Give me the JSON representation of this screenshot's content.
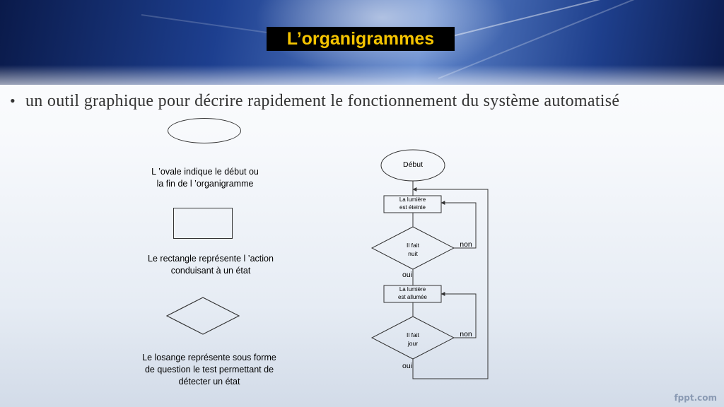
{
  "slide": {
    "title": "L’organigrammes",
    "bullet_marker": "•",
    "bullet_text": "un outil graphique pour décrire rapidement le fonctionnement du système automatisé",
    "legend": {
      "oval": [
        "L ’ovale indique le début ou",
        "la fin de l ’organigramme"
      ],
      "rectangle": [
        "Le rectangle représente l ’action",
        "conduisant à un état"
      ],
      "diamond": [
        "Le losange représente sous forme",
        "de question le test permettant de",
        "détecter un état"
      ]
    },
    "flowchart": {
      "start": "Début",
      "action1": [
        "La lumière",
        "est éteinte"
      ],
      "test1": [
        "Il fait",
        "nuit"
      ],
      "action2": [
        "La lumière",
        "est allumée"
      ],
      "test2": [
        "Il fait",
        "jour"
      ],
      "yes_label": "oui",
      "no_label": "non"
    },
    "footer_logo": "fppt.com"
  },
  "colors": {
    "title_text": "#f5c400",
    "title_bg": "#000000",
    "header_dark": "#0a1a4a",
    "header_mid": "#5f86cc"
  }
}
